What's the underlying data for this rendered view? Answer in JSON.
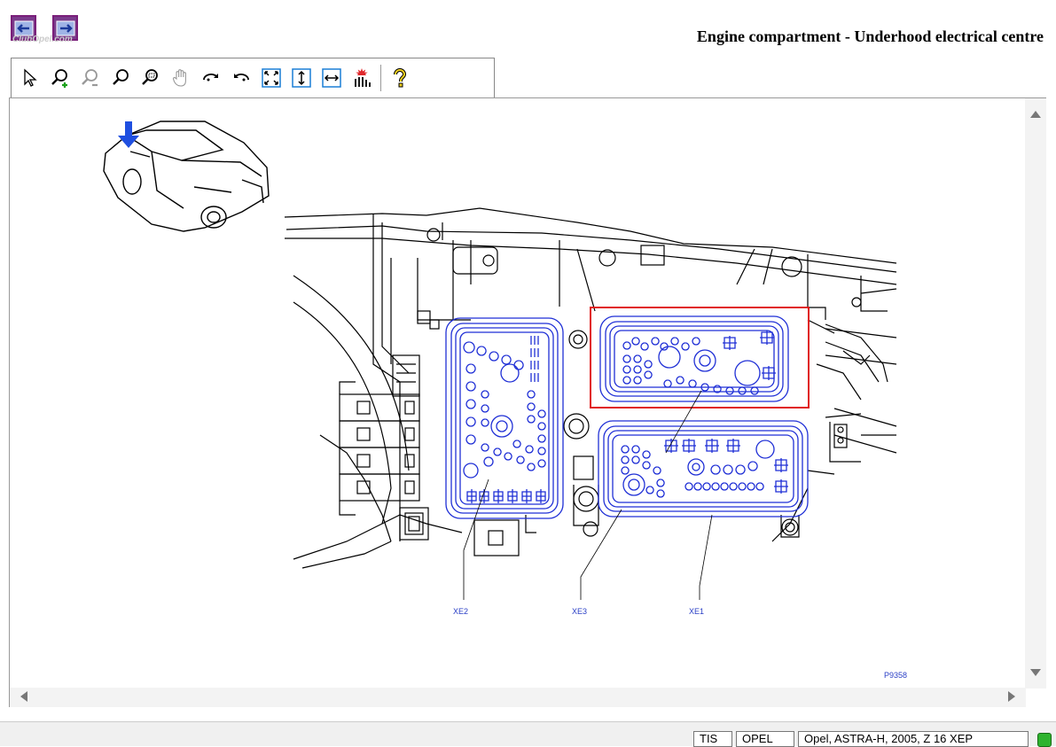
{
  "header": {
    "title": "Engine compartment - Underhood electrical centre",
    "watermark": "ClubOpel.com"
  },
  "toolbar": {
    "tools": [
      "select-icon",
      "zoom-in-icon",
      "zoom-out-icon",
      "zoom-icon",
      "zoom-window-icon",
      "pan-icon",
      "rotate-cw-icon",
      "rotate-ccw-icon",
      "fit-window-icon",
      "fit-height-icon",
      "fit-width-icon",
      "highlight-icon",
      "help-icon"
    ]
  },
  "diagram": {
    "labels": {
      "xe2": "XE2",
      "xe3": "XE3",
      "xe1": "XE1",
      "code": "P9358"
    },
    "colors": {
      "lines": "#000000",
      "connectors": "#1f2fd6",
      "highlight": "#e01b1b",
      "arrow": "#1f4fe0"
    }
  },
  "statusbar": {
    "field1": "TIS",
    "field2": "OPEL",
    "field3": "Opel, ASTRA-H, 2005, Z 16 XEP"
  }
}
